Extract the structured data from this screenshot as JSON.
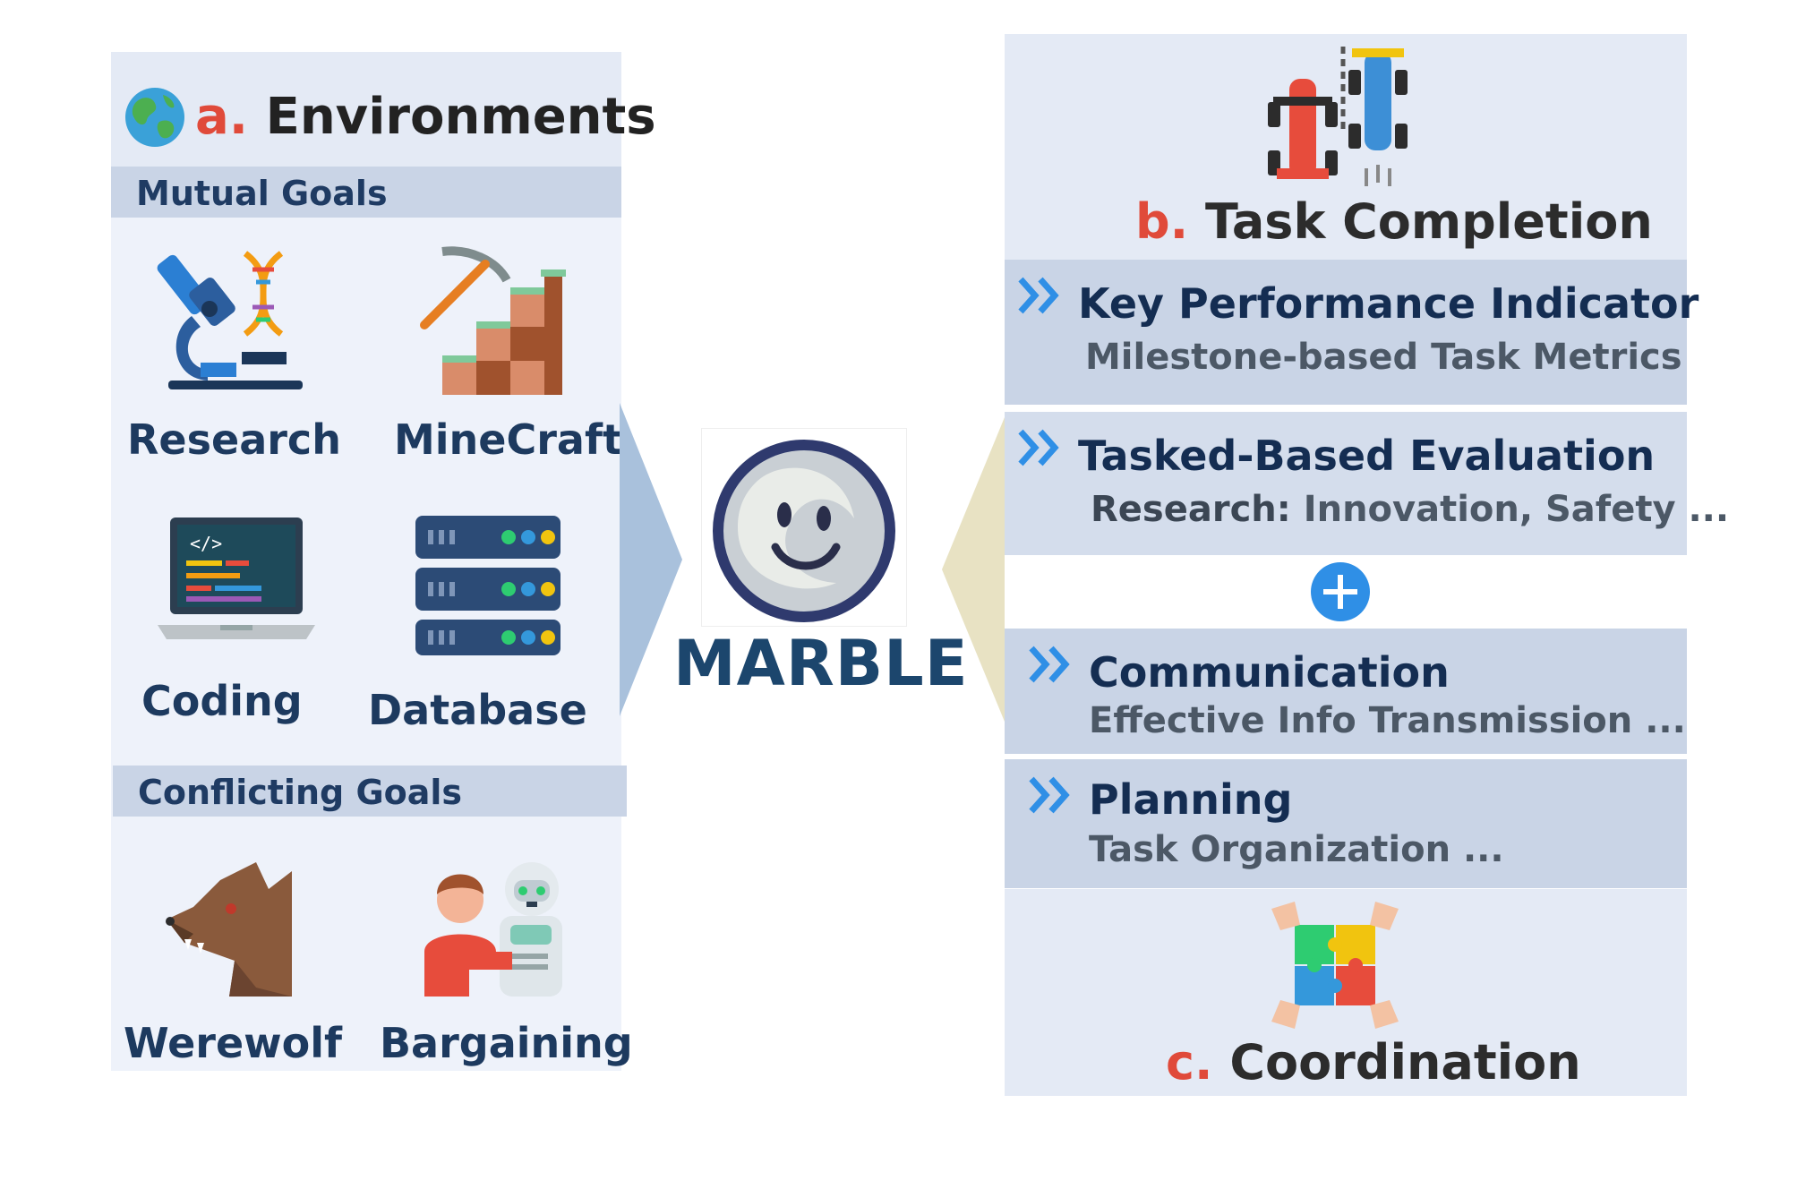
{
  "environments": {
    "letter": "a.",
    "title": "Environments",
    "mutual_goals_label": "Mutual Goals",
    "conflicting_goals_label": "Conflicting Goals",
    "items": [
      {
        "label": "Research",
        "icon": "microscope-dna-icon"
      },
      {
        "label": "MineCraft",
        "icon": "pickaxe-blocks-icon"
      },
      {
        "label": "Coding",
        "icon": "laptop-code-icon"
      },
      {
        "label": "Database",
        "icon": "server-rack-icon"
      },
      {
        "label": "Werewolf",
        "icon": "wolf-head-icon"
      },
      {
        "label": "Bargaining",
        "icon": "person-robot-icon"
      }
    ]
  },
  "center": {
    "name": "MARBLE",
    "logo_icon": "marble-smiley-icon"
  },
  "task_completion": {
    "letter": "b.",
    "title": "Task Completion",
    "icon": "race-cars-icon"
  },
  "metrics": [
    {
      "title": "Key Performance Indicator",
      "subtitle": "Milestone-based Task Metrics"
    },
    {
      "title": "Tasked-Based Evaluation",
      "subtitle_strong": "Research:",
      "subtitle": " Innovation, Safety ..."
    },
    {
      "title": "Communication",
      "subtitle": "Effective Info Transmission ..."
    },
    {
      "title": "Planning",
      "subtitle": "Task Organization ..."
    }
  ],
  "coordination": {
    "letter": "c.",
    "title": "Coordination",
    "icon": "puzzle-hands-icon"
  },
  "colors": {
    "accent_red": "#e04a3a",
    "navy_text": "#1c466d",
    "chevron_blue": "#2f8fe6",
    "panel_blue": "#c9d4e6"
  }
}
